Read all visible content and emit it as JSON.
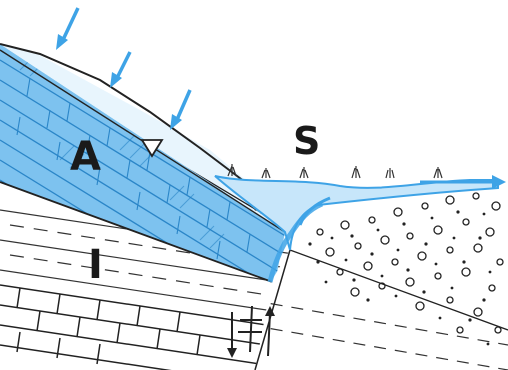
{
  "labels": {
    "aquifer": "A",
    "surface_water": "S",
    "aquitard": "I"
  },
  "colors": {
    "water": "#3ea3e6",
    "water_light": "#c7e6fa",
    "ink": "#1a1a1a",
    "sky": "#ffffff"
  },
  "icons": {
    "recharge": "arrow-down-left-icon",
    "outflow": "arrow-right-icon",
    "water_table": "triangle-down-icon",
    "vertical_flow": "arrow-up-down-icon"
  }
}
